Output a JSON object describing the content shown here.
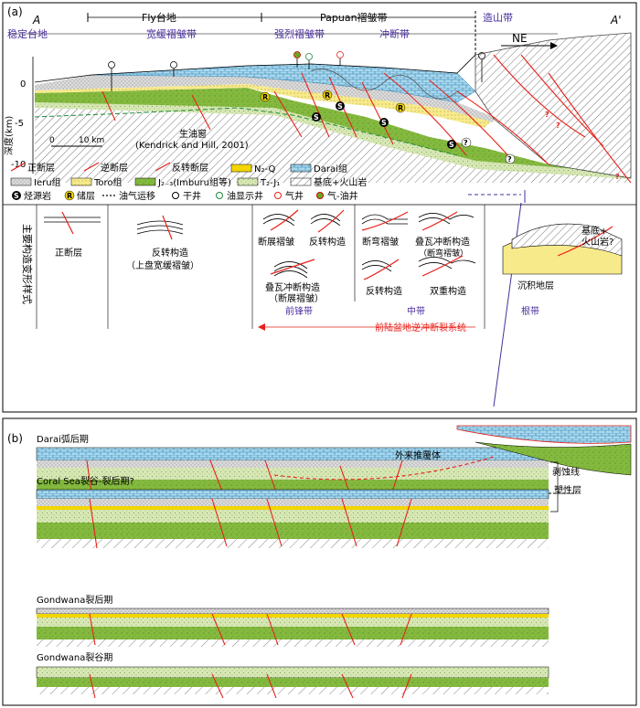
{
  "panel_a": {
    "label": "(a)",
    "left_end": "A",
    "right_end": "A'",
    "top_zones": {
      "fly_platform": "Fly台地",
      "papuan_belt": "Papuan褶皱带",
      "orogen": "造山带",
      "stable_platform": "稳定台地",
      "gentle_fold": "宽缓褶皱带",
      "strong_fold": "强烈褶皱带",
      "thrust_belt": "冲断带"
    },
    "ne_label": "NE",
    "depth_axis_label": "深度(km)",
    "depth_ticks": [
      "0",
      "-5",
      "-10"
    ],
    "scale_start": "0",
    "scale_end": "10 km",
    "oil_window": "生油窗",
    "oil_window_ref": "(Kendrick and Hill, 2001)",
    "legend_row1": [
      "正断层",
      "逆断层",
      "反转断层",
      "N₂-Q",
      "Darai组"
    ],
    "legend_row2": [
      "Ieru组",
      "Toro组",
      "J₂₋₃(Imburu组等)",
      "T₂-J₁",
      "基底+火山岩"
    ],
    "legend_row3": [
      "烃源岩",
      "储层",
      "油气运移",
      "干井",
      "油显示井",
      "气井",
      "气-油井"
    ],
    "styles_title": "主要构造变形样式",
    "style_normal_fault": "正断层",
    "style_inversion_1": "反转构造",
    "style_inversion_1_sub": "（上盘宽缓褶皱）",
    "front_fold": "断展褶皱",
    "front_inversion": "反转构造",
    "front_imbricate": "叠瓦冲断构造",
    "front_imbricate_sub": "（断展褶皱）",
    "mid_bend_fold": "断弯褶皱",
    "mid_imbricate": "叠瓦冲断构造",
    "mid_imbricate_sub": "（断弯褶皱）",
    "mid_inversion": "反转构造",
    "mid_duplex": "双重构造",
    "root_basement": "基底+",
    "root_basement_2": "火山岩?",
    "root_sediment": "沉积地层",
    "front_zone": "前锋带",
    "mid_zone": "中带",
    "root_zone": "根带",
    "foreland_system": "前陆盆地逆冲断裂系统",
    "sym_S": "S",
    "sym_R": "R",
    "sym_q": "?"
  },
  "panel_b": {
    "label": "(b)",
    "stage1": "Darai弧后期",
    "stage2": "Coral Sea裂谷-裂后期?",
    "stage3": "Gondwana裂后期",
    "stage4": "Gondwana裂谷期",
    "allochthon": "外来推覆体",
    "plastic_layer": "塑性层",
    "erosion_line": "剥蚀线"
  },
  "colors": {
    "darai_blue": "#a9d8ee",
    "green": "#84b93f",
    "light_green": "#d6e7b4",
    "toro_yellow": "#f7ea8b",
    "n2q_yellow": "#f3d500",
    "ieru_gray": "#d4d4d4",
    "fault_red": "#e8201a",
    "zone_purple": "#4a2e9e"
  }
}
